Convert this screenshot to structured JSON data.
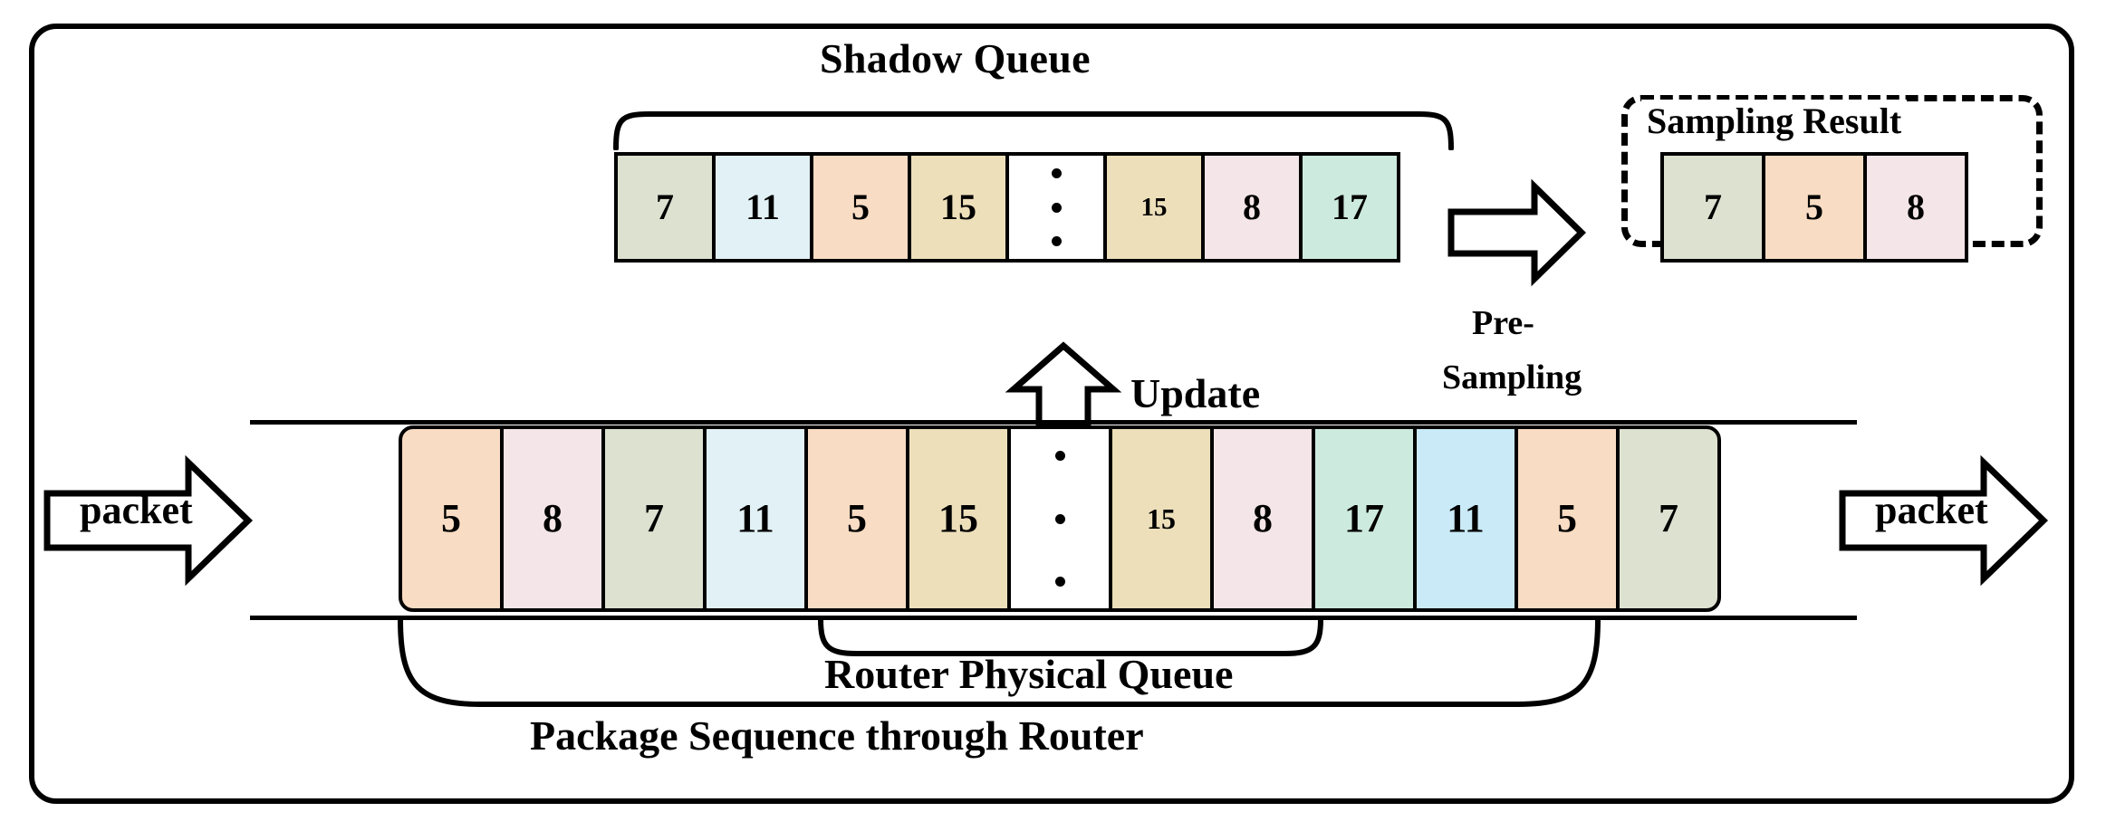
{
  "diagram": {
    "title_shadow_queue": "Shadow Queue",
    "title_sampling_result": "Sampling Result",
    "label_update": "Update",
    "label_presampling_line1": "Pre-",
    "label_presampling_line2": "Sampling",
    "label_router_physical_queue": "Router Physical Queue",
    "label_package_sequence": "Package Sequence through Router",
    "packet_in": "packet",
    "packet_out": "packet"
  },
  "colors": {
    "sage": "#dde1d0",
    "lightblue": "#e2f1f5",
    "peach": "#f8dcc3",
    "tan": "#ecdfba",
    "pink": "#f4e5e8",
    "mint": "#cdeade",
    "skyblue": "#c9eaf6",
    "white": "#ffffff",
    "outline": "#000000"
  },
  "shadow_queue": {
    "cells": [
      {
        "value": "7",
        "color": "#dde1d0",
        "size": "normal"
      },
      {
        "value": "11",
        "color": "#e2f1f5",
        "size": "normal"
      },
      {
        "value": "5",
        "color": "#f8dcc3",
        "size": "normal"
      },
      {
        "value": "15",
        "color": "#ecdfba",
        "size": "normal"
      },
      {
        "value": "",
        "color": "#ffffff",
        "size": "ellipsis"
      },
      {
        "value": "15",
        "color": "#ecdfba",
        "size": "small"
      },
      {
        "value": "8",
        "color": "#f4e5e8",
        "size": "normal"
      },
      {
        "value": "17",
        "color": "#cdeade",
        "size": "normal"
      }
    ]
  },
  "sampling_result": {
    "cells": [
      {
        "value": "7",
        "color": "#dde1d0"
      },
      {
        "value": "5",
        "color": "#f8dcc3"
      },
      {
        "value": "8",
        "color": "#f4e5e8"
      }
    ]
  },
  "physical_queue": {
    "cells": [
      {
        "value": "5",
        "color": "#f8dcc3",
        "size": "normal"
      },
      {
        "value": "8",
        "color": "#f4e5e8",
        "size": "normal"
      },
      {
        "value": "7",
        "color": "#dde1d0",
        "size": "normal"
      },
      {
        "value": "11",
        "color": "#e2f1f5",
        "size": "normal"
      },
      {
        "value": "5",
        "color": "#f8dcc3",
        "size": "normal"
      },
      {
        "value": "15",
        "color": "#ecdfba",
        "size": "normal"
      },
      {
        "value": "",
        "color": "#ffffff",
        "size": "ellipsis"
      },
      {
        "value": "15",
        "color": "#ecdfba",
        "size": "small"
      },
      {
        "value": "8",
        "color": "#f4e5e8",
        "size": "normal"
      },
      {
        "value": "17",
        "color": "#cdeade",
        "size": "normal"
      },
      {
        "value": "11",
        "color": "#c9eaf6",
        "size": "normal"
      },
      {
        "value": "5",
        "color": "#f8dcc3",
        "size": "normal"
      },
      {
        "value": "7",
        "color": "#dde1d0",
        "size": "normal"
      }
    ]
  }
}
